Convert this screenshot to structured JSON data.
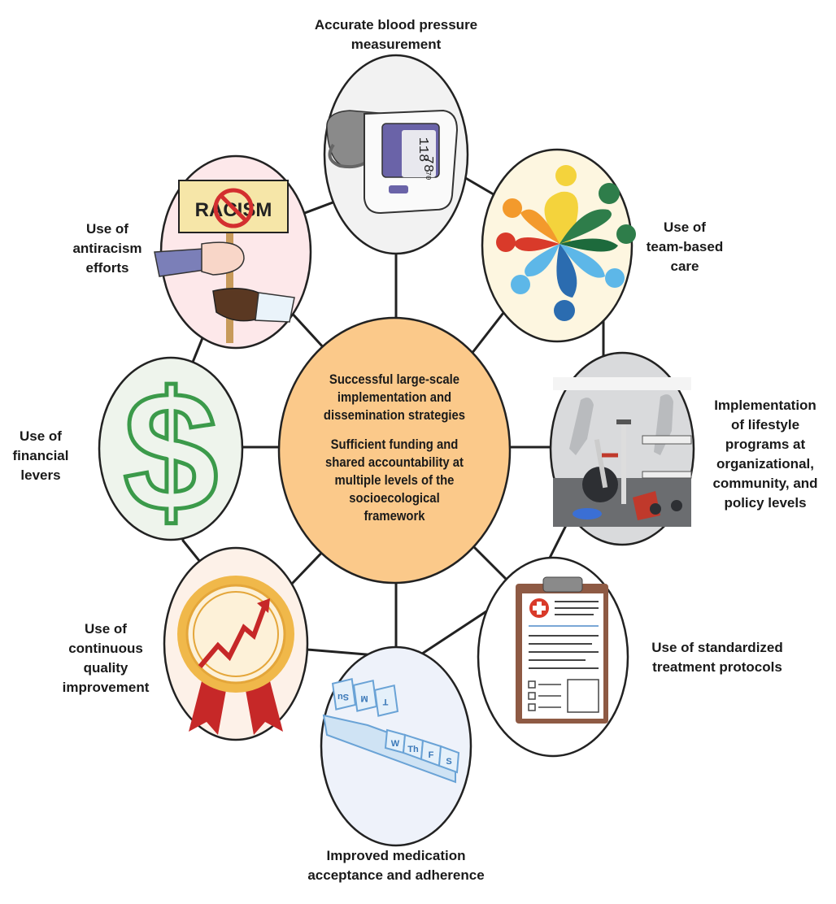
{
  "center": {
    "lines_a": [
      "Successful large-scale",
      "implementation and",
      "dissemination strategies"
    ],
    "lines_b": [
      "Sufficient funding and",
      "shared accountability at",
      "multiple levels of the",
      "socioecological",
      "framework"
    ]
  },
  "labels": {
    "bp": [
      "Accurate blood pressure",
      "measurement"
    ],
    "team": [
      "Use of",
      "team-based",
      "care"
    ],
    "lifestyle": [
      "Implementation",
      "of lifestyle",
      "programs at",
      "organizational,",
      "community, and",
      "policy levels"
    ],
    "protocols": [
      "Use of standardized",
      "treatment protocols"
    ],
    "medication": [
      "Improved medication",
      "acceptance and adherence"
    ],
    "quality": [
      "Use of",
      "continuous",
      "quality",
      "improvement"
    ],
    "financial": [
      "Use of",
      "financial",
      "levers"
    ],
    "antiracism": [
      "Use of",
      "antiracism",
      "efforts"
    ]
  },
  "illustration_text": {
    "racism_sign": "RACISM",
    "bp_monitor": [
      "118",
      "78",
      "70"
    ],
    "pill_days_top": [
      "Su",
      "M",
      "T"
    ],
    "pill_days_bottom": [
      "W",
      "Th",
      "F",
      "S"
    ]
  },
  "colors": {
    "center_fill": "#fbc98a",
    "ring_stroke": "#222222",
    "node_fill_bp": "#f2f2f2",
    "node_fill_team": "#fdf6e0",
    "node_fill_racism": "#fde8ea",
    "node_fill_money": "#eef4ec",
    "node_fill_medal": "#fdf1e8",
    "node_fill_pills": "#eef2fa"
  }
}
